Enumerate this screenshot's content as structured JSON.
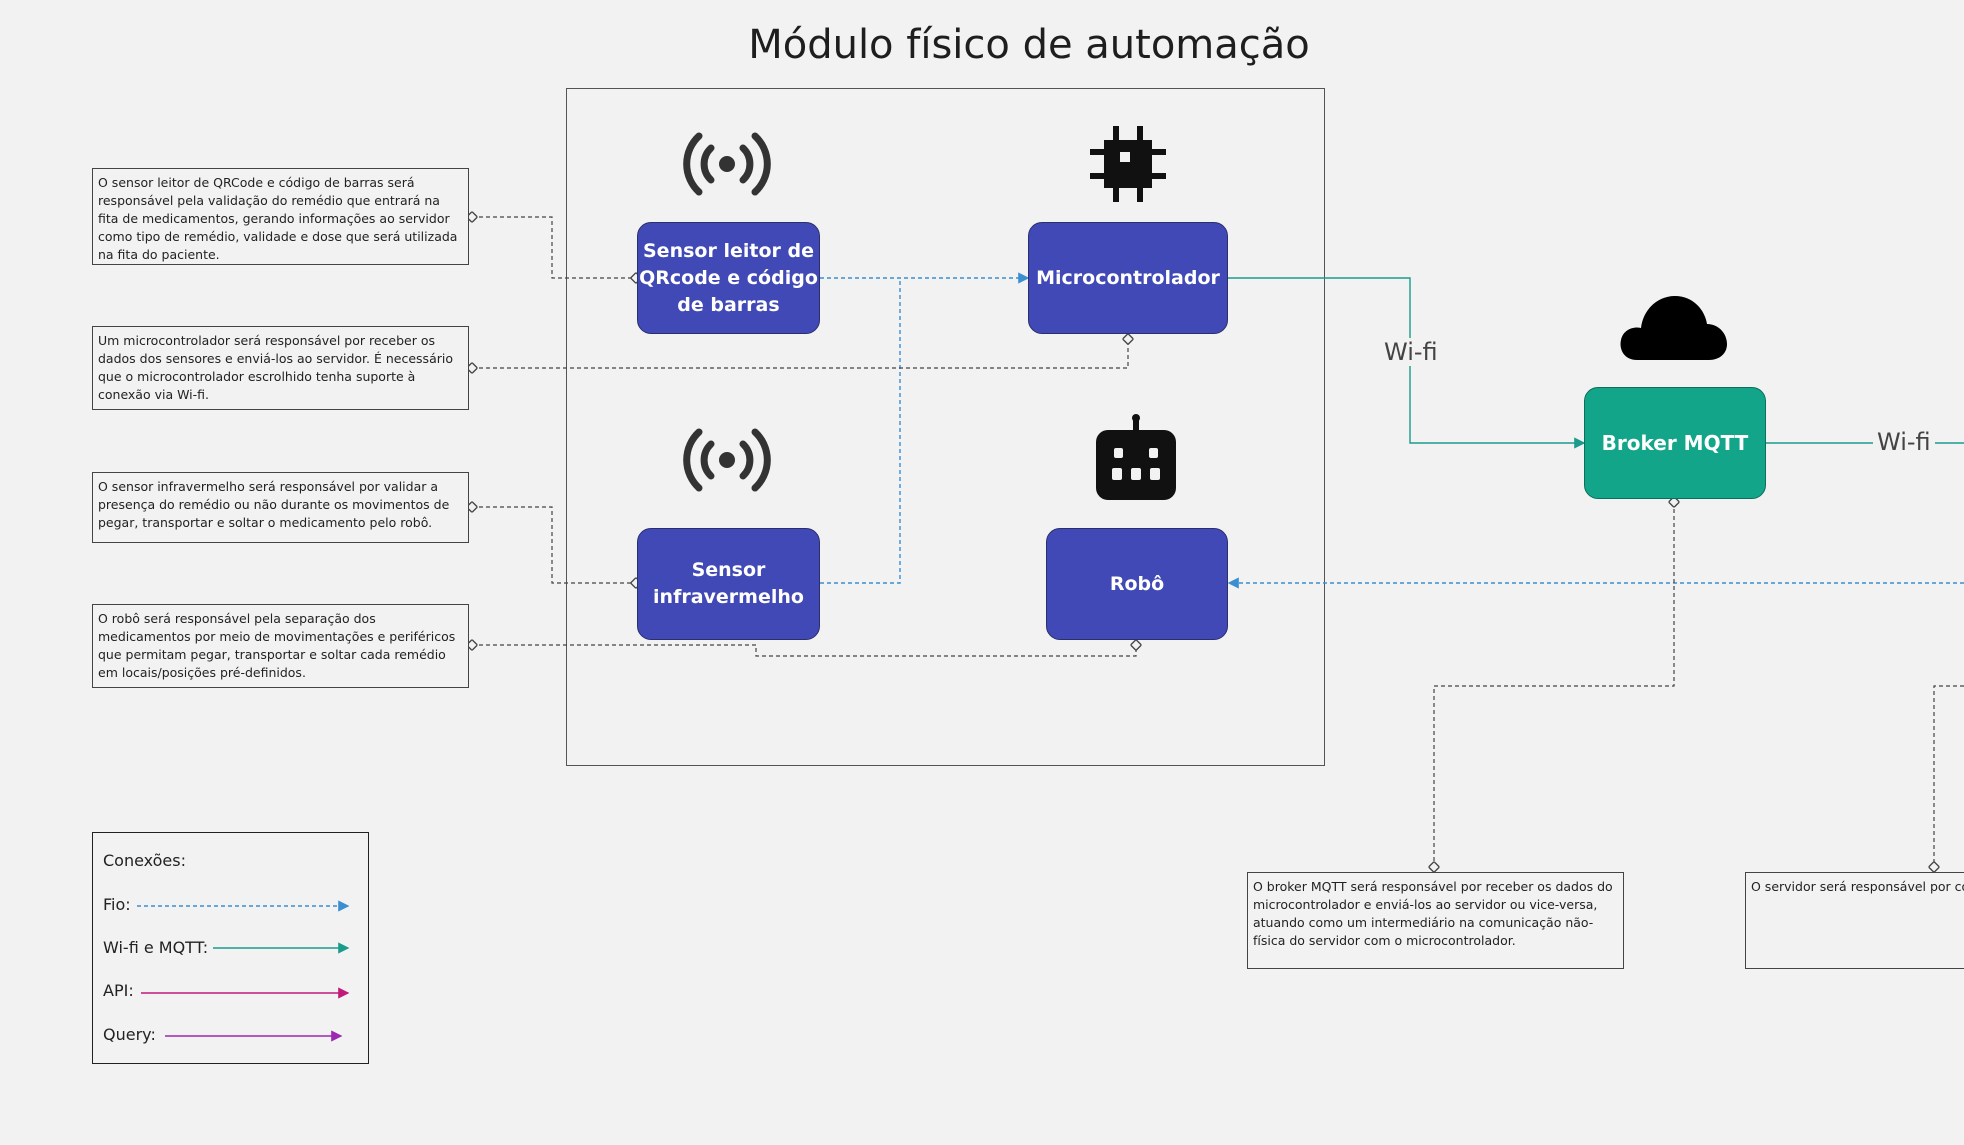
{
  "title": "Módulo físico de automação",
  "nodes": {
    "sensor_qr": "Sensor leitor de\nQRcode e código\nde barras",
    "microcontroller": "Microcontrolador",
    "sensor_ir": "Sensor\ninfravermelho",
    "robot": "Robô",
    "broker": "Broker MQTT"
  },
  "notes": {
    "sensor_qr": "O sensor leitor de QRCode e código de barras será responsável pela validação do remédio que entrará na fita de medicamentos, gerando informações ao servidor como tipo de remédio, validade e dose que será utilizada na fita do paciente.",
    "microcontroller": "Um microcontrolador será responsável por receber os dados dos sensores e enviá-los ao servidor. É necessário que o microcontrolador escrolhido tenha suporte à conexão via Wi-fi.",
    "sensor_ir": "O sensor infravermelho será responsável por validar a presença do remédio ou não durante os movimentos de pegar, transportar e soltar o medicamento pelo robô.",
    "robot": "O robô será responsável pela separação dos medicamentos por meio de movimentações e periféricos que permitam pegar, transportar e soltar cada remédio em locais/posições pré-definidos.",
    "broker": "O broker MQTT será responsável por receber os dados do microcontrolador e enviá-los ao servidor ou vice-versa, atuando como um intermediário na comunicação não-física do servidor com o microcontrolador.",
    "server": "O servidor será responsável por co da solução, banco de dados, front- autenticação e o módulo físico de s"
  },
  "wifi_labels": [
    "Wi-fi",
    "Wi-fi"
  ],
  "legend": {
    "heading": "Conexões:",
    "items": [
      {
        "label": "Fio:",
        "style": "dashed",
        "color": "#3b8fd0"
      },
      {
        "label": "Wi-fi e MQTT:",
        "style": "solid",
        "color": "#1a9c8c"
      },
      {
        "label": "API:",
        "style": "solid",
        "color": "#c2187a"
      },
      {
        "label": "Query:",
        "style": "solid",
        "color": "#9c27b0"
      }
    ]
  },
  "icons": [
    "broadcast-icon",
    "chip-icon",
    "broadcast-icon",
    "robot-icon",
    "cloud-icon"
  ],
  "colors": {
    "node_blue": "#4049b5",
    "node_green": "#12a589",
    "wire": "#3b8fd0",
    "wifi": "#1a9c8c",
    "note_link": "#444444"
  }
}
